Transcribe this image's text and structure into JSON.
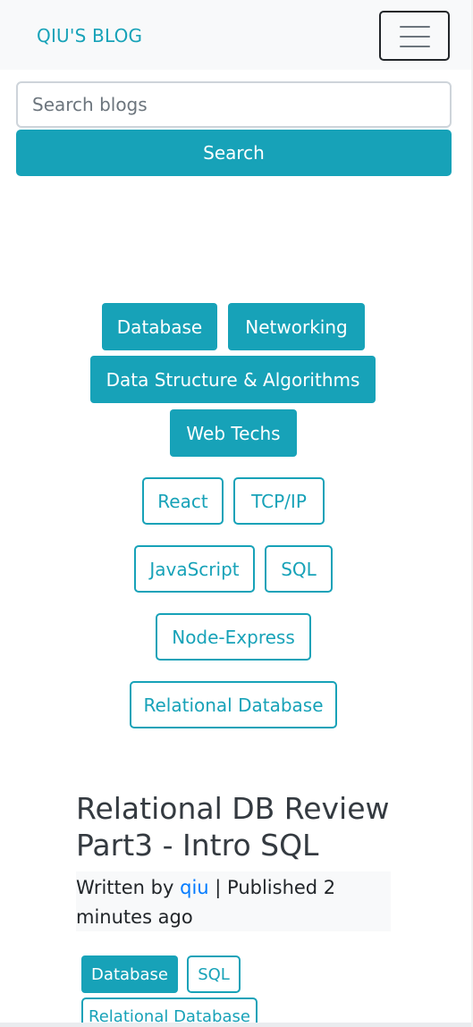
{
  "navbar": {
    "brand": "QIU'S BLOG",
    "toggler_icon": "hamburger-menu-icon"
  },
  "search": {
    "placeholder": "Search blogs",
    "value": "",
    "button_label": "Search"
  },
  "categories": [
    {
      "label": "Database"
    },
    {
      "label": "Networking"
    },
    {
      "label": "Data Structure & Algorithms"
    },
    {
      "label": "Web Techs"
    }
  ],
  "tags": [
    {
      "label": "React"
    },
    {
      "label": "TCP/IP"
    },
    {
      "label": "JavaScript"
    },
    {
      "label": "SQL"
    },
    {
      "label": "Node-Express"
    },
    {
      "label": "Relational Database"
    }
  ],
  "post": {
    "title": "Relational DB Review Part3 - Intro SQL",
    "meta_prefix": "Written by ",
    "author": "qiu",
    "meta_suffix": " | Published 2 minutes ago",
    "category": "Database",
    "tags": [
      {
        "label": "SQL"
      },
      {
        "label": "Relational Database"
      }
    ]
  },
  "colors": {
    "accent": "#17a2b8",
    "link": "#007bff",
    "navbar_bg": "#f8f9fa"
  }
}
